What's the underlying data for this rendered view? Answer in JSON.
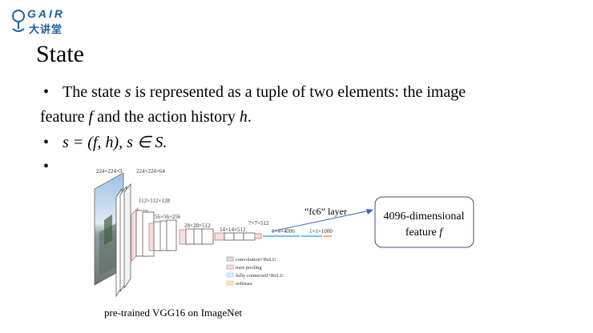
{
  "logo": {
    "top": "GAIR",
    "bottom": "大讲堂"
  },
  "slide": {
    "title": "State",
    "bullet1": {
      "line1_pre": "The state ",
      "line1_var": "s",
      "line1_post": " is represented as a tuple of two elements: the image",
      "line2_pre": "feature ",
      "line2_var1": "f",
      "line2_mid": " and the action history ",
      "line2_var2": "h",
      "line2_post": "."
    },
    "bullet2": {
      "formula": "s = (f, h), s  ∈ S."
    },
    "bullet3": {
      "text": ""
    }
  },
  "figure": {
    "dims": {
      "input": "224×224×3",
      "conv1": "224×224×64",
      "conv2": "112×112×128",
      "conv3": "56×56×256",
      "conv4": "28×28×512",
      "conv5": "14×14×512",
      "pool5": "7×7×512",
      "fc1": "1×4×4096",
      "fc2": "1×1×1000"
    },
    "legend": [
      {
        "label": "convolution+ReLU",
        "color": "#b0b0b0"
      },
      {
        "label": "max pooling",
        "color": "#e07070"
      },
      {
        "label": "fully connected+ReLU",
        "color": "#6ec6e6"
      },
      {
        "label": "softmax",
        "color": "#f0b060"
      }
    ],
    "fc6_label": "“fc6” layer",
    "output_box": {
      "line1": "4096-dimensional",
      "line2_pre": "feature ",
      "line2_var": "f"
    },
    "caption": "pre-trained VGG16 on ImageNet"
  }
}
